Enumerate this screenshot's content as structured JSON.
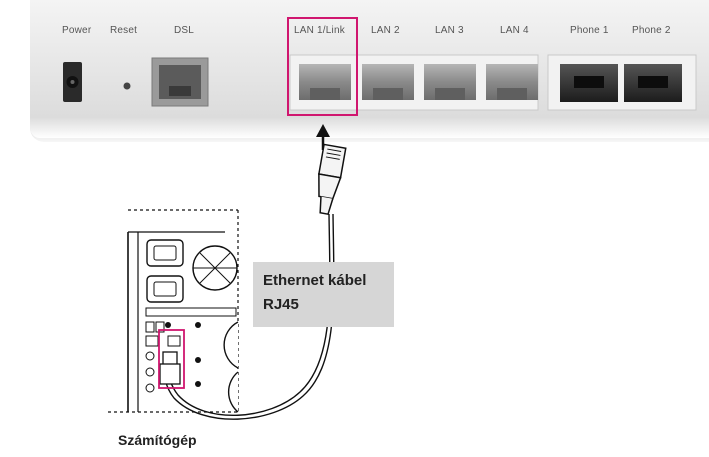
{
  "router": {
    "ports": {
      "power": "Power",
      "reset": "Reset",
      "dsl": "DSL",
      "lan1": "LAN 1/Link",
      "lan2": "LAN 2",
      "lan3": "LAN 3",
      "lan4": "LAN 4",
      "phone1": "Phone 1",
      "phone2": "Phone 2"
    }
  },
  "cable": {
    "label_line1": "Ethernet kábel",
    "label_line2": "RJ45"
  },
  "computer": {
    "label": "Számítógép"
  },
  "colors": {
    "highlight": "#d0166f",
    "port": "#8a8a8a",
    "phone_port": "#2f2f2f"
  }
}
